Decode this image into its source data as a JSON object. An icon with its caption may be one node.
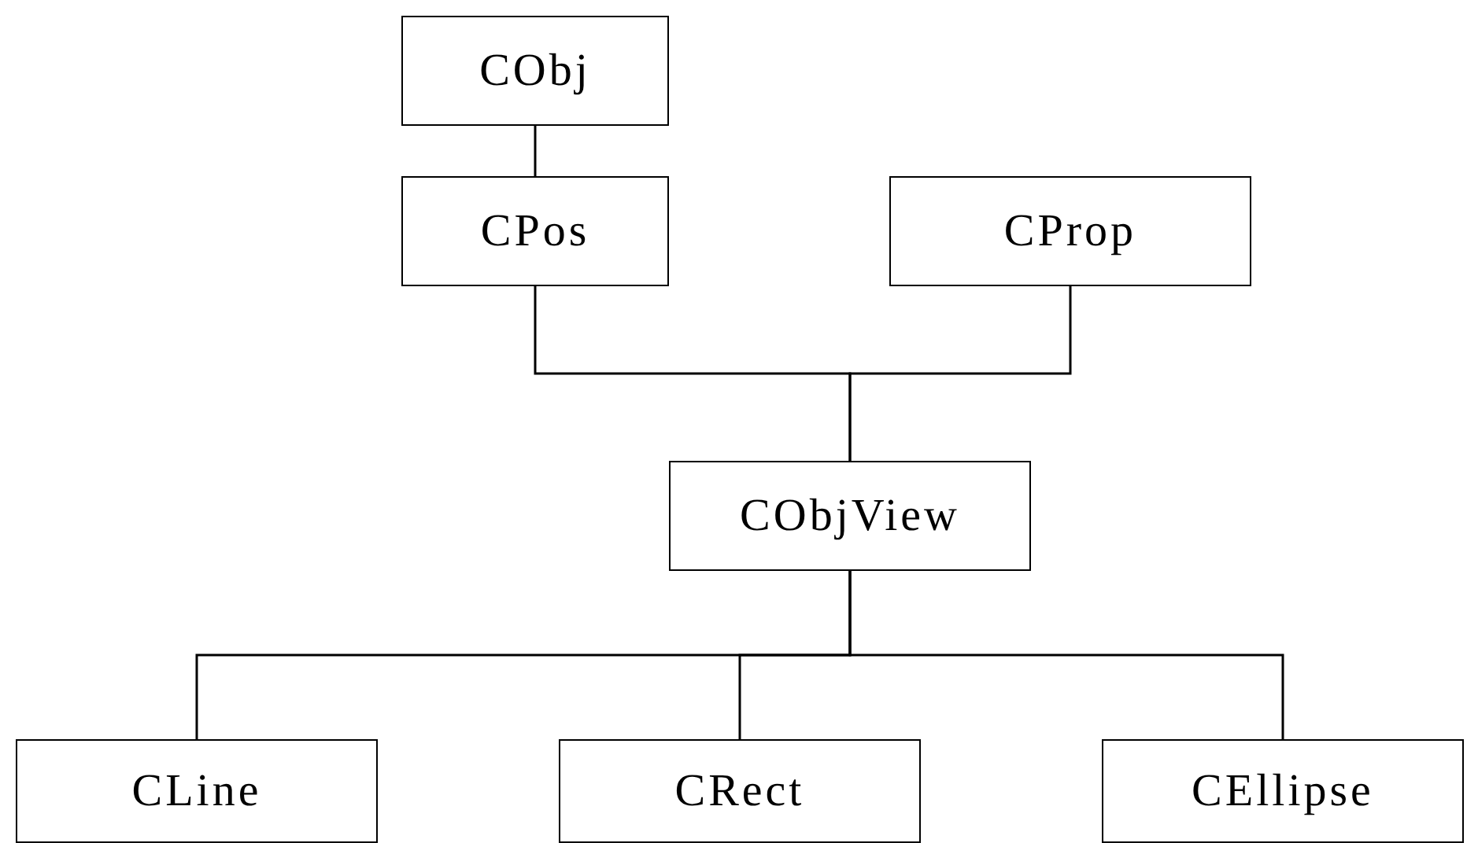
{
  "diagram": {
    "nodes": [
      {
        "text": [
          "CObj"
        ]
      },
      {
        "text": [
          "CPos"
        ]
      },
      {
        "text": [
          "CProp"
        ]
      },
      {
        "text": [
          "CObjView"
        ]
      },
      {
        "text": [
          "CLine"
        ]
      },
      {
        "text": [
          "CRect"
        ]
      },
      {
        "text": [
          "CEllipse"
        ]
      }
    ],
    "edges": [
      {
        "from": 0,
        "to": 1,
        "arrow": "none"
      },
      {
        "from": 1,
        "to": 3,
        "arrow": "none"
      },
      {
        "from": 2,
        "to": 3,
        "arrow": "none"
      },
      {
        "from": 3,
        "to": 4,
        "arrow": "none"
      },
      {
        "from": 3,
        "to": 5,
        "arrow": "none"
      },
      {
        "from": 3,
        "to": 6,
        "arrow": "none"
      }
    ]
  }
}
